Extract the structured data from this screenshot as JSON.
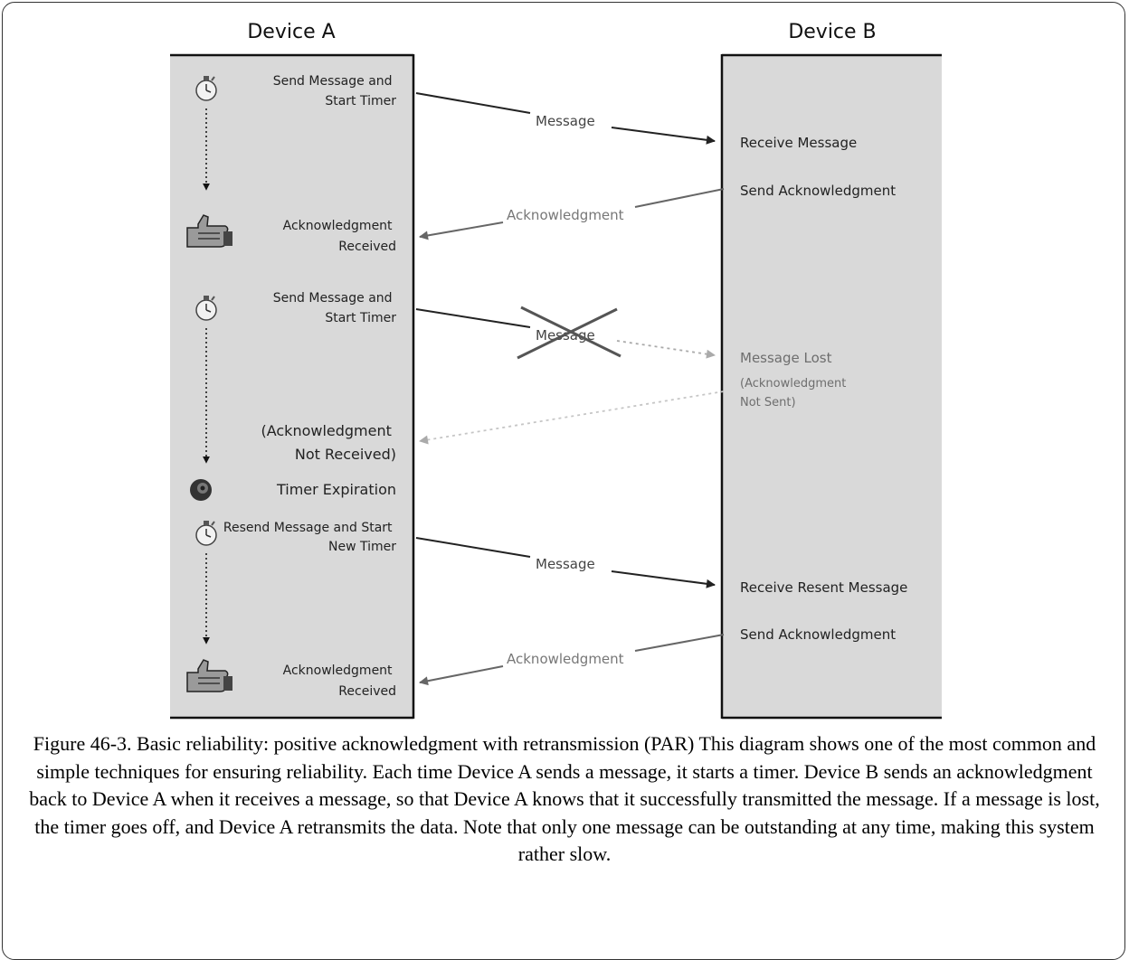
{
  "device_a": {
    "title": "Device A",
    "events": [
      {
        "lines": [
          "Send Message and",
          "Start Timer"
        ]
      },
      {
        "lines": [
          "Acknowledgment",
          "Received"
        ]
      },
      {
        "lines": [
          "Send Message and",
          "Start Timer"
        ]
      },
      {
        "lines": [
          "(Acknowledgment",
          "Not Received)"
        ]
      },
      {
        "lines": [
          "Timer Expiration"
        ]
      },
      {
        "lines": [
          "Resend Message and Start",
          "New Timer"
        ]
      },
      {
        "lines": [
          "Acknowledgment",
          "Received"
        ]
      }
    ]
  },
  "device_b": {
    "title": "Device B",
    "events": [
      {
        "lines": [
          "Receive Message"
        ]
      },
      {
        "lines": [
          "Send Acknowledgment"
        ]
      },
      {
        "lines": [
          "Message Lost"
        ]
      },
      {
        "lines": [
          "(Acknowledgment",
          "Not Sent)"
        ]
      },
      {
        "lines": [
          "Receive Resent Message"
        ]
      },
      {
        "lines": [
          "Send Acknowledgment"
        ]
      }
    ]
  },
  "arrows": {
    "message_1": "Message",
    "ack_1": "Acknowledgment",
    "message_lost": "Message",
    "message_2": "Message",
    "ack_2": "Acknowledgment"
  },
  "icons": [
    "stopwatch-icon",
    "thumbs-up-icon",
    "stopwatch-icon",
    "timer-expired-icon",
    "stopwatch-icon",
    "thumbs-up-icon"
  ],
  "colors": {
    "lane_fill": "#d9d9d9",
    "lane_border": "#111111",
    "message_arrow": "#222222",
    "ack_arrow": "#666666",
    "lost_arrow": "#aaaaaa"
  },
  "caption": "Figure 46-3. Basic reliability: positive acknowledgment with retransmission (PAR) This diagram shows one of the most common and simple techniques for ensuring reliability. Each time Device A sends a message, it starts a timer. Device B sends an acknowledgment back to Device A when it receives a message, so that Device A knows that it successfully transmitted the message. If a message is lost, the timer goes off, and Device A retransmits the data. Note that only one message can be outstanding at any time, making this system rather slow."
}
